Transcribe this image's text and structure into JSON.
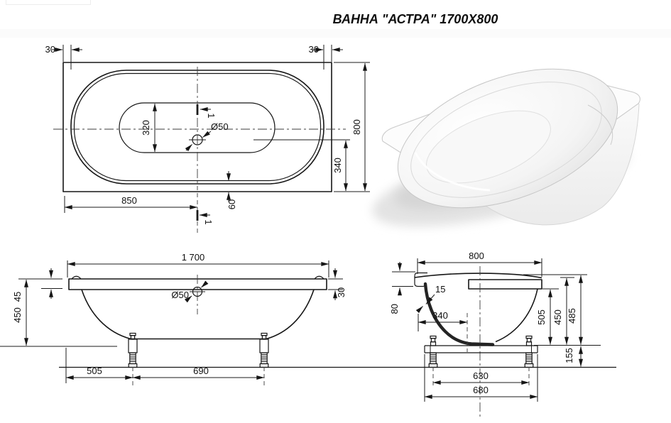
{
  "title": "ВАННА \"АСТРА\" 1700X800",
  "plan": {
    "offset_left": "30",
    "offset_right": "30",
    "width": "800",
    "inner_width": "320",
    "drain": "Ø50",
    "drain_to_edge": "340",
    "drain_from_left": "850",
    "rim_gap": "60",
    "section_top": "1",
    "section_bottom": "1"
  },
  "front": {
    "length": "1 700",
    "rim_thickness": "45",
    "height": "450",
    "drain": "Ø50",
    "rim_edge": "30",
    "foot_inset": "505",
    "foot_spacing": "690"
  },
  "section": {
    "width": "800",
    "wall": "15",
    "apron": "80",
    "drain_offset": "340",
    "h_rim_underside": "505",
    "h_body": "450",
    "h_overall": "485",
    "h_frame": "155",
    "feet_spacing": "630",
    "frame_width": "680"
  },
  "colors": {
    "line": "#161616",
    "background": "#ffffff",
    "render_shadow": "#d6d6d6"
  }
}
